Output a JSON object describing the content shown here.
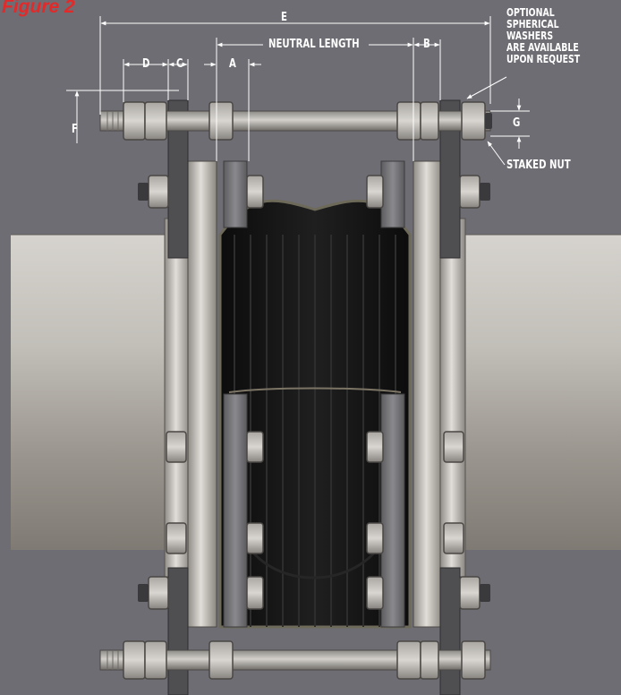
{
  "figure": {
    "title": "Figure 2"
  },
  "dimensions": {
    "e": "E",
    "neutral_length": "NEUTRAL LENGTH",
    "b": "B",
    "d": "D",
    "c": "C",
    "a": "A",
    "f": "F",
    "g": "G"
  },
  "notes": {
    "washers_line1": "OPTIONAL",
    "washers_line2": "SPHERICAL",
    "washers_line3": "WASHERS",
    "washers_line4": "ARE AVAILABLE",
    "washers_line5": "UPON REQUEST",
    "staked_nut": "STAKED NUT"
  },
  "colors": {
    "background": "#6e6d73",
    "title_red": "#e22a2a",
    "label_white": "#ffffff",
    "rubber_black": "#141414",
    "steel": "#bdbab5"
  }
}
